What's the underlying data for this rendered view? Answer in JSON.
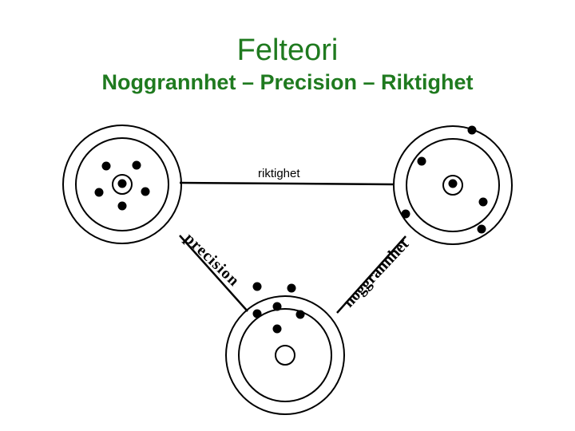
{
  "header": {
    "title": "Felteori",
    "subtitle": "Noggrannhet – Precision – Riktighet"
  },
  "diagram": {
    "labels": {
      "top_edge": "riktighet",
      "left_edge": "precision",
      "right_edge": "noggrannhet"
    },
    "colors": {
      "title": "#1f7a1f",
      "stroke": "#000000",
      "dot": "#000000"
    }
  }
}
